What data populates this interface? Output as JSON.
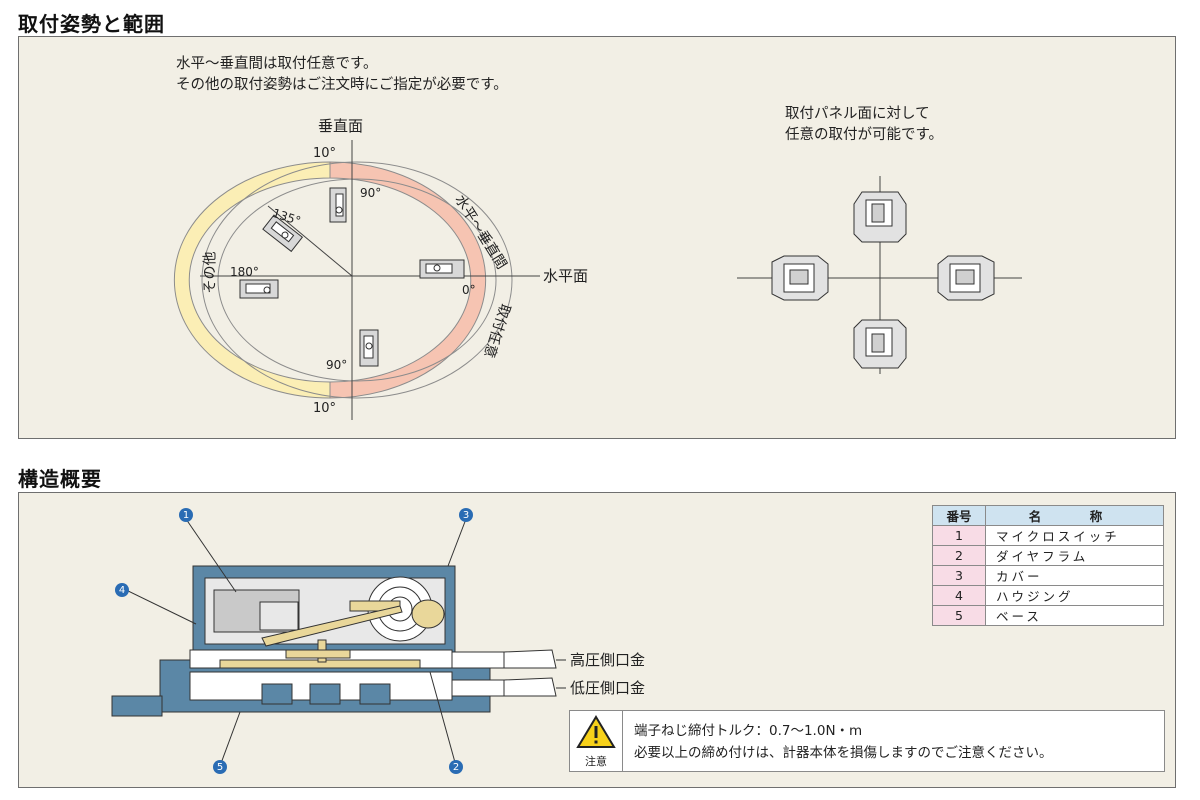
{
  "section1": {
    "title": "取付姿勢と範囲",
    "desc_line1": "水平～垂直間は取付任意です。",
    "desc_line2": "その他の取付姿勢はご注文時にご指定が必要です。",
    "vertical_label": "垂直面",
    "horizontal_label": "水平面",
    "arc_right_label": "水平～垂直間",
    "arc_right_label2": "取付任意",
    "arc_left_label": "その他",
    "angle_10_top": "10°",
    "angle_10_bottom": "10°",
    "angle_90_top": "90°",
    "angle_135": "135°",
    "angle_180": "180°",
    "angle_0": "0°",
    "angle_90_bottom": "90°",
    "panel_note_line1": "取付パネル面に対して",
    "panel_note_line2": "任意の取付が可能です。"
  },
  "section2": {
    "title": "構造概要",
    "callouts": [
      "1",
      "3",
      "4",
      "5",
      "2"
    ],
    "high_port": "高圧側口金",
    "low_port": "低圧側口金",
    "table": {
      "header_no": "番号",
      "header_name": "名　称",
      "rows": [
        {
          "no": "1",
          "name": "マイクロスイッチ"
        },
        {
          "no": "2",
          "name": "ダイヤフラム"
        },
        {
          "no": "3",
          "name": "カバー"
        },
        {
          "no": "4",
          "name": "ハウジング"
        },
        {
          "no": "5",
          "name": "ベース"
        }
      ]
    },
    "caution": {
      "icon_label": "注意",
      "line1": "端子ねじ締付トルク：0.7～1.0N・m",
      "line2": "必要以上の締め付けは、計器本体を損傷しますのでご注意ください。"
    }
  },
  "colors": {
    "panel_bg": "#f2efe5",
    "arc_pink": "#f6c4b2",
    "arc_yellow": "#fbeeb5",
    "housing_blue": "#5b87a6",
    "callout_blue": "#2a6cb4",
    "table_header": "#cfe3f0",
    "table_num": "#f8dce6"
  }
}
